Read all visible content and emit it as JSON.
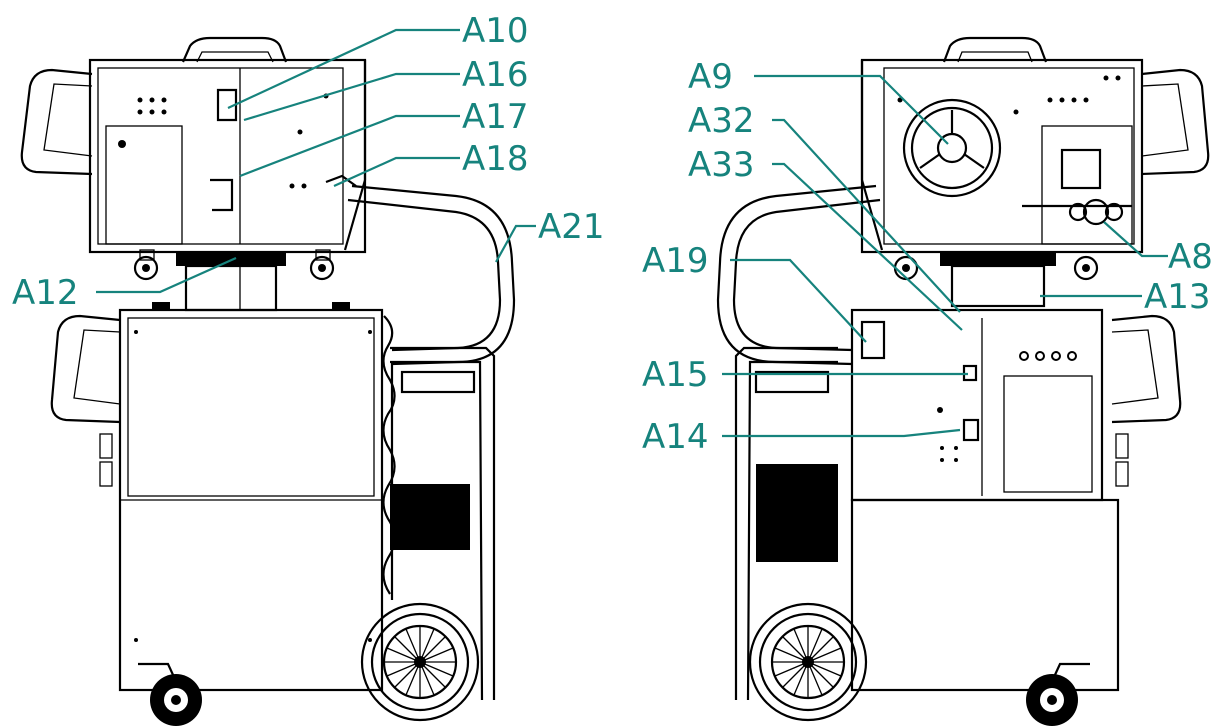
{
  "diagram": {
    "accent_color": "#16837d",
    "line_color": "#000000",
    "views": [
      "left-side-view",
      "right-side-view"
    ],
    "callouts": [
      "A10",
      "A16",
      "A17",
      "A18",
      "A21",
      "A12",
      "A9",
      "A32",
      "A33",
      "A19",
      "A8",
      "A13",
      "A15",
      "A14"
    ]
  }
}
